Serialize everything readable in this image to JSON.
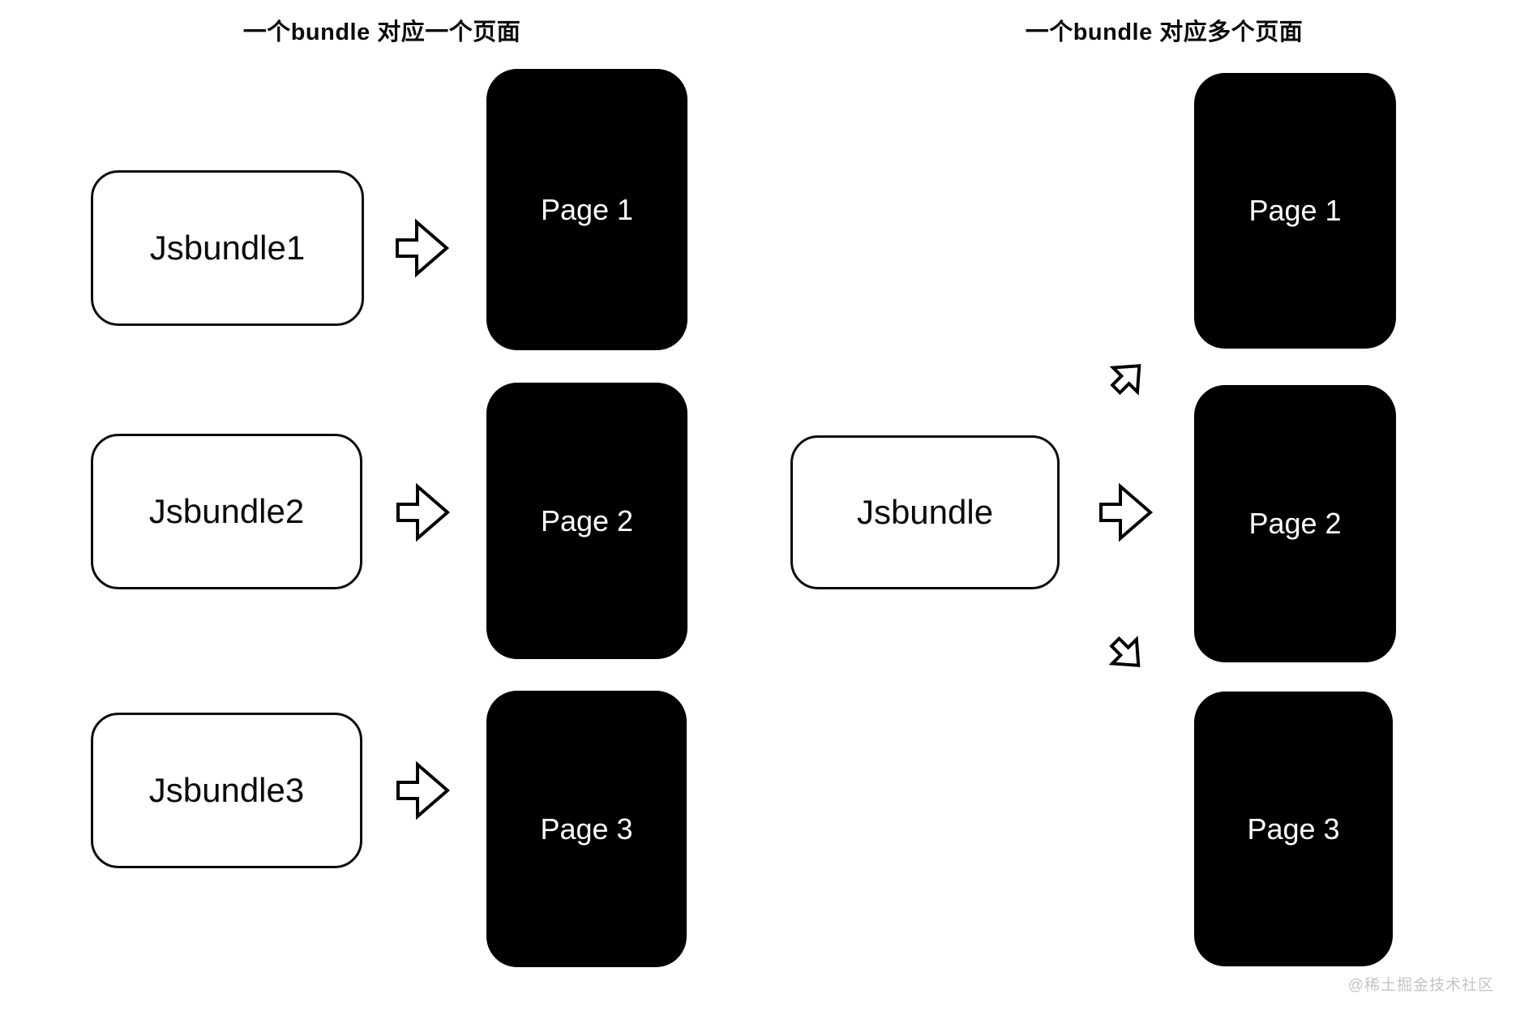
{
  "diagram": {
    "left_section": {
      "title": "一个bundle 对应一个页面",
      "bundles": [
        "Jsbundle1",
        "Jsbundle2",
        "Jsbundle3"
      ],
      "pages": [
        "Page 1",
        "Page 2",
        "Page 3"
      ]
    },
    "right_section": {
      "title": "一个bundle 对应多个页面",
      "bundle": "Jsbundle",
      "pages": [
        "Page 1",
        "Page 2",
        "Page 3"
      ]
    },
    "icons": {
      "left_arrows": [
        "right-arrow",
        "right-arrow",
        "right-arrow"
      ],
      "right_arrows": [
        "up-right-arrow",
        "right-arrow",
        "down-right-arrow"
      ]
    },
    "colors": {
      "background": "#ffffff",
      "page_fill": "#000000",
      "page_text": "#ffffff",
      "bundle_border": "#0c0c0c",
      "bundle_text": "#0a0a0a",
      "watermark": "#c4c4c4"
    },
    "watermark": "@稀土掘金技术社区"
  }
}
